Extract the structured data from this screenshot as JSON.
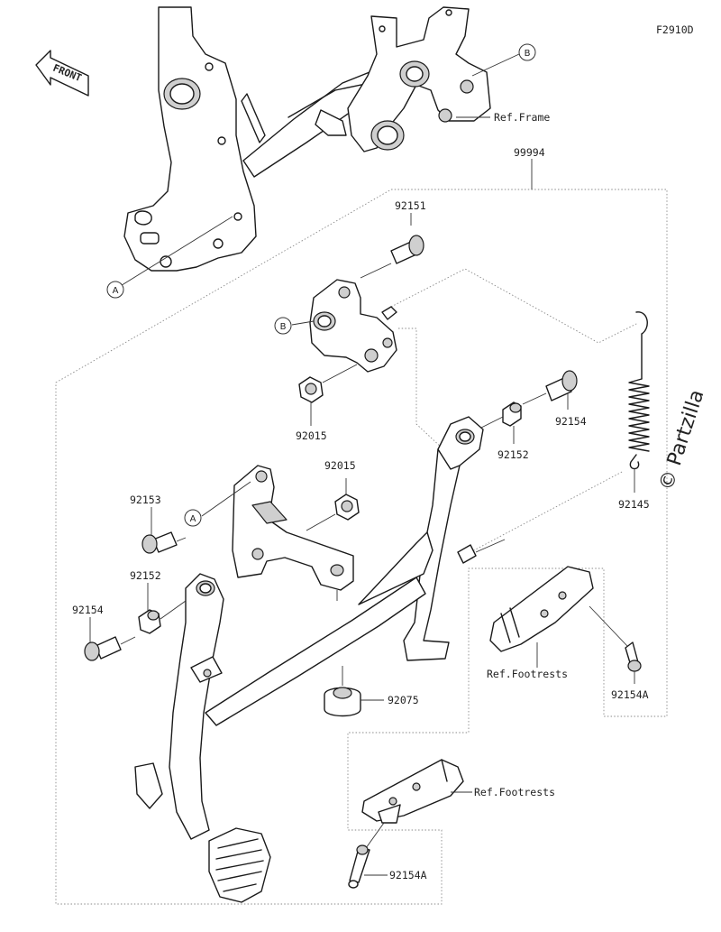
{
  "figure_code": "F2910D",
  "front_label": "FRONT",
  "watermark": "© Partzilla",
  "callouts": {
    "a": "A",
    "b": "B"
  },
  "labels": {
    "assembly": "99994",
    "ref_frame": "Ref.Frame",
    "p92151": "92151",
    "p92015_upper": "92015",
    "p92015_lower": "92015",
    "p92154_upper": "92154",
    "p92152_upper": "92152",
    "p92145": "92145",
    "p92153": "92153",
    "p92152_lower": "92152",
    "p92154_lower": "92154",
    "p92075": "92075",
    "ref_footrests_right": "Ref.Footrests",
    "p92154a_right": "92154A",
    "ref_footrests_bottom": "Ref.Footrests",
    "p92154a_bottom": "92154A"
  },
  "colors": {
    "ink": "#1a1a1a",
    "border": "#8a8a8a",
    "background": "#ffffff"
  }
}
